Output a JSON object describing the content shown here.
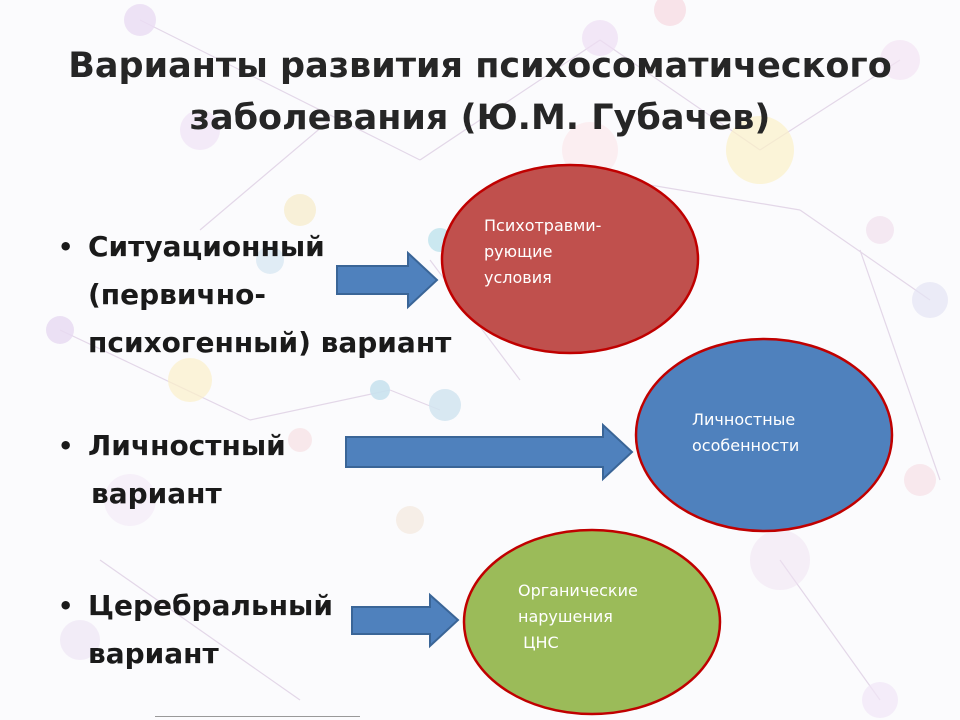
{
  "title": {
    "line1": "Варианты развития психосоматического",
    "line2": "заболевания (Ю.М. Губачев)"
  },
  "items": [
    {
      "lines": [
        "Ситуационный",
        "(первично-",
        "психогенный) вариант"
      ]
    },
    {
      "lines": [
        "Личностный",
        "вариант"
      ]
    },
    {
      "lines": [
        "Церебральный",
        "вариант"
      ]
    }
  ],
  "bubbles": [
    {
      "lines": [
        "Психотравми-",
        "рующие",
        "условия"
      ],
      "color": "#c0504d"
    },
    {
      "lines": [
        "Личностные",
        "особенности"
      ],
      "color": "#4f81bd"
    },
    {
      "lines": [
        "Органические",
        "нарушения",
        " ЦНС"
      ],
      "color": "#9bbb59"
    }
  ],
  "arrow_color": "#4f81bd"
}
